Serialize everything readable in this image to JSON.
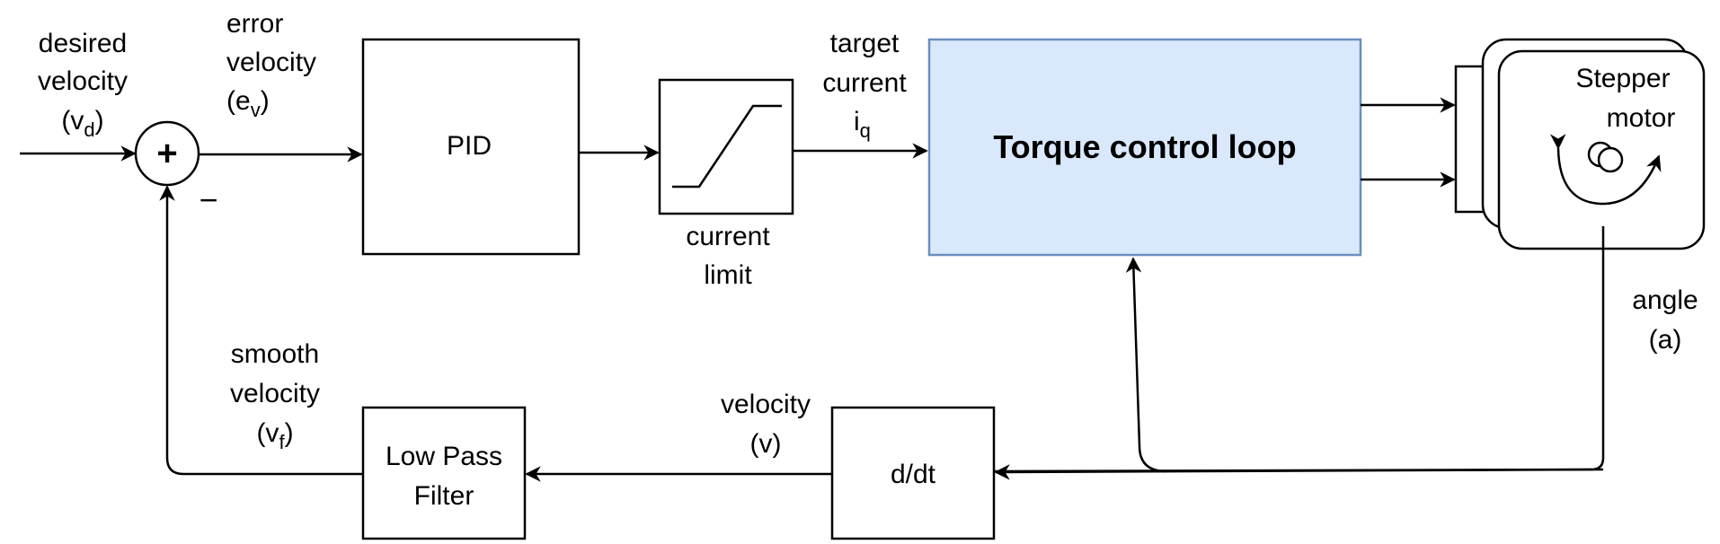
{
  "diagram": {
    "sum_symbol": "+",
    "minus_sign": "−",
    "blocks": {
      "pid": "PID",
      "torque": "Torque control loop",
      "motor_line1": "Stepper",
      "motor_line2": "motor",
      "ddt": "d/dt",
      "lpf_line1": "Low Pass",
      "lpf_line2": "Filter",
      "limit_line1": "current",
      "limit_line2": "limit"
    },
    "labels": {
      "desired_line1": "desired",
      "desired_line2": "velocity",
      "desired_sym": "(v",
      "desired_sub": "d",
      "desired_close": ")",
      "error_line1": "error",
      "error_line2": "velocity",
      "error_sym": "(e",
      "error_sub": "v",
      "error_close": ")",
      "target_line1": "target",
      "target_line2": "current",
      "target_sym": "i",
      "target_sub": "q",
      "angle_line1": "angle",
      "angle_line2": "(a)",
      "velocity_line1": "velocity",
      "velocity_line2": "(v)",
      "smooth_line1": "smooth",
      "smooth_line2": "velocity",
      "smooth_sym": "(v",
      "smooth_sub": "f",
      "smooth_close": ")"
    },
    "colors": {
      "line": "#000000",
      "torque_fill": "#dae8fc",
      "torque_stroke": "#6c8ebf"
    }
  }
}
